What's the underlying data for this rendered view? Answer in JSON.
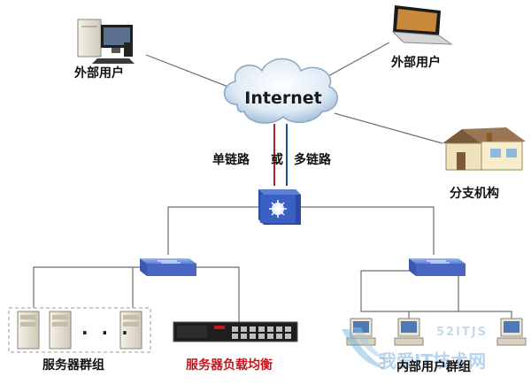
{
  "internet": {
    "label": "Internet"
  },
  "link_label": {
    "single": "单链路",
    "or": "或",
    "multi": "多链路"
  },
  "nodes": {
    "external_user_left": "外部用户",
    "external_user_right": "外部用户",
    "branch_office": "分支机构",
    "server_group": "服务器群组",
    "load_balancer": "服务器负载均衡",
    "internal_user_group": "内部用户群组"
  },
  "server_group_ellipsis": "· · ·",
  "watermark": {
    "cn": "我爱IT技术网",
    "en": "52ITJS"
  },
  "colors": {
    "link_red": "#b0202a",
    "link_blue": "#1a4fa0",
    "label_red": "#c8141e",
    "line_gray": "#6e6e6e"
  }
}
